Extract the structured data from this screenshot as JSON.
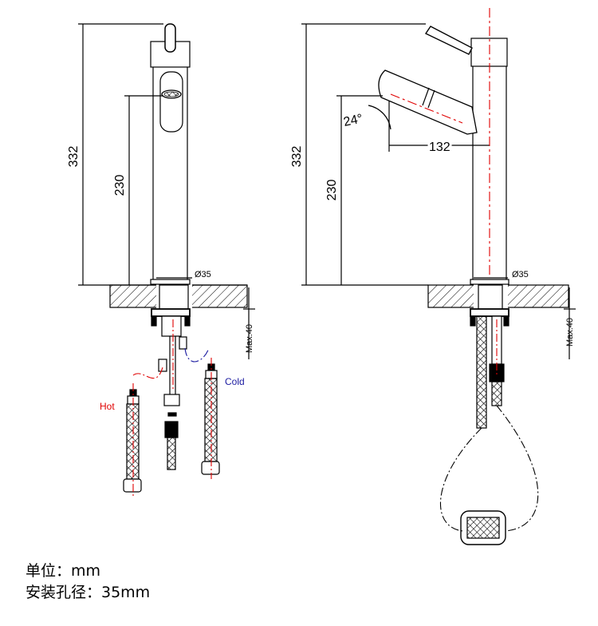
{
  "left_view": {
    "height_total": "332",
    "height_spout": "230",
    "hole_diameter": "Ø35",
    "max_thickness": "Max.40",
    "hot_label": "Hot",
    "cold_label": "Cold"
  },
  "right_view": {
    "height_total": "332",
    "height_spout": "230",
    "hole_diameter": "Ø35",
    "max_thickness": "Max.40",
    "spout_angle": "24°",
    "spout_reach": "132"
  },
  "notes": {
    "unit": "单位：mm",
    "hole": "安装孔径：35mm"
  },
  "colors": {
    "line": "#000000",
    "hot": "#e00000",
    "cold": "#1a1aa0",
    "centerline": "#e00000"
  }
}
